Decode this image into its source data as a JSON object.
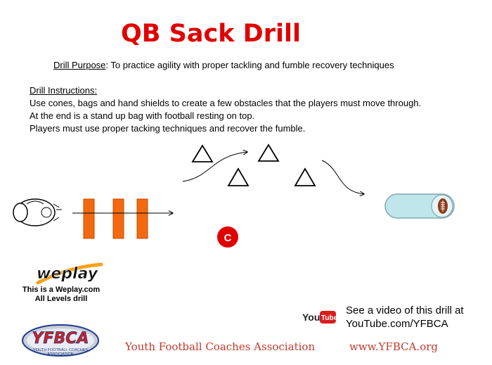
{
  "title": "QB Sack Drill",
  "purpose": {
    "label": "Drill Purpose",
    "text": ": To practice agility with proper tackling and fumble recovery techniques"
  },
  "instructions": {
    "heading": "Drill Instructions:",
    "lines": [
      "Use cones, bags and hand shields to create a few obstacles that the players must move through.",
      "At the end is a stand up bag with football resting on top.",
      "Players must use proper tacking techniques and recover the fumble."
    ]
  },
  "diagram": {
    "coach_label": "C",
    "colors": {
      "bags": "#f26a10",
      "coach": "#e00000",
      "tackle_bag": "#bfe6ea",
      "football": "#8b3a1a"
    }
  },
  "weplay": {
    "logo_text": "weplay",
    "line1": "This is a Weplay.com",
    "line2": "All Levels drill"
  },
  "video": {
    "youtube_logo": "YouTube",
    "line1": "See a video of this drill at",
    "line2": "YouTube.com/YFBCA"
  },
  "footer": {
    "logo_text": "YFBCA",
    "logo_subtext": "YOUTH FOOTBALL COACHES ASSOCIATION",
    "name": "Youth Football Coaches Association",
    "url": "www.YFBCA.org"
  }
}
